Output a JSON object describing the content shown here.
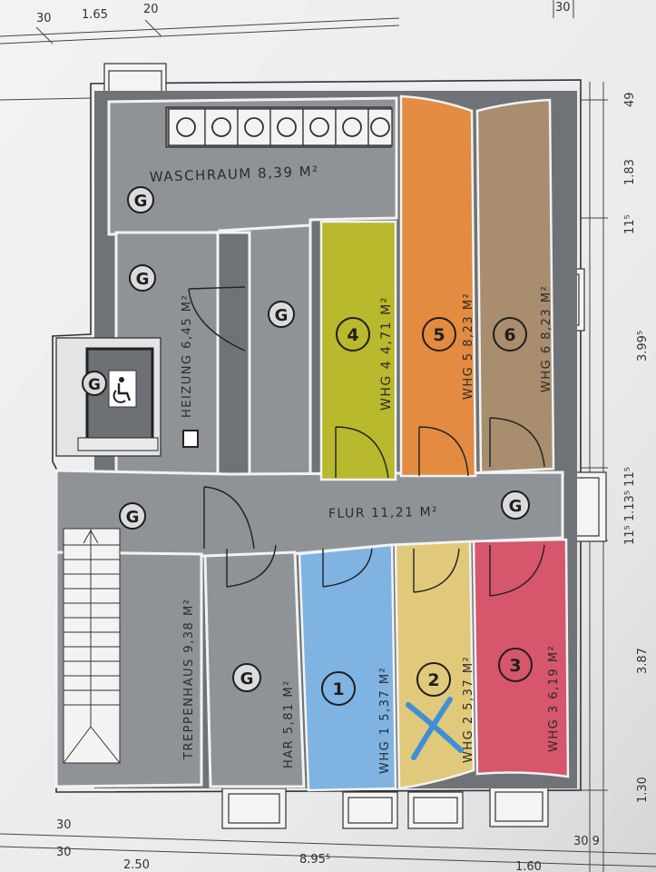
{
  "colors": {
    "paper": "#ecedef",
    "gray_room": "#8e9196",
    "apt1": "#7fb2df",
    "apt2": "#e2c97a",
    "apt3": "#d7546a",
    "apt4": "#b9b92d",
    "apt5": "#e08a3f",
    "apt6": "#ad8f6c",
    "mark_x": "#3f8fd6"
  },
  "rooms": {
    "waschraum": "WASCHRAUM 8,39 M²",
    "heizung": "HEIZUNG 6,45 M²",
    "treppenhaus": "TREPPENHAUS 9,38 M²",
    "har": "HAR 5,81 M²",
    "flur": "FLUR 11,21 M²",
    "whg1": "WHG 1 5,37 M²",
    "whg2": "WHG 2 5,37 M²",
    "whg3": "WHG 3 6,19 M²",
    "whg4": "WHG 4 4,71 M²",
    "whg5": "WHG 5 8,23 M²",
    "whg6": "WHG 6 8,23 M²"
  },
  "markers": {
    "g": "G",
    "n1": "1",
    "n2": "2",
    "n3": "3",
    "n4": "4",
    "n5": "5",
    "n6": "6"
  },
  "dimensions": {
    "top_30": "30",
    "top_165": "1.65",
    "top_20": "20",
    "top_30b": "30",
    "r_49": "49",
    "r_183": "1.83",
    "r_11a": "11⁵",
    "r_399": "3.99⁵",
    "r_11b": "11⁵ 1.13⁵ 11⁵",
    "r_387": "3.87",
    "r_130": "1.30",
    "b_30a": "30",
    "b_30b": "30",
    "b_250": "2.50",
    "b_895": "8.95⁵",
    "b_160": "1.60",
    "b_309": "30 9"
  }
}
